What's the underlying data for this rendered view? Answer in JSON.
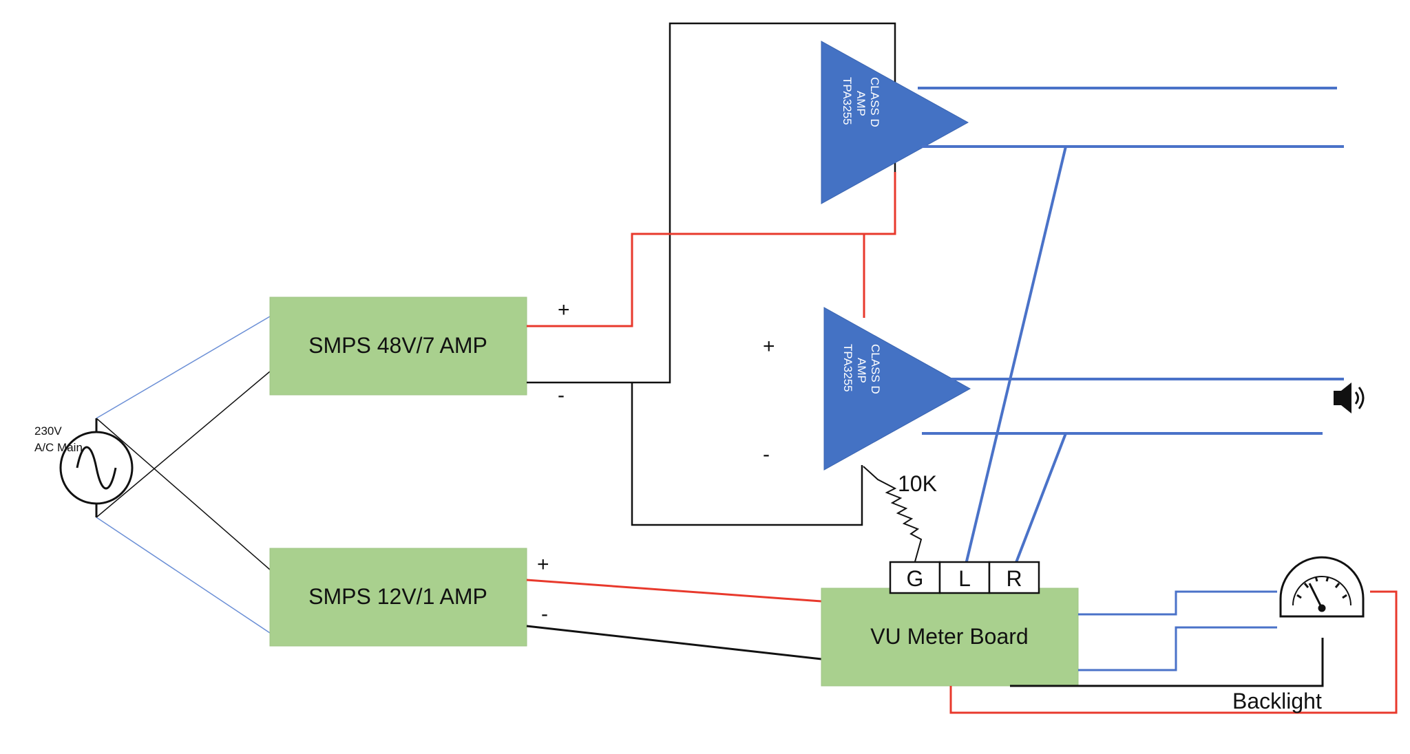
{
  "mains": {
    "voltage": "230V",
    "label": "A/C Main"
  },
  "psu_high": {
    "label": "SMPS 48V/7 AMP",
    "plus": "+",
    "minus": "-"
  },
  "psu_low": {
    "label": "SMPS 12V/1 AMP",
    "plus": "+",
    "minus": "-"
  },
  "amp_top": {
    "line1": "CLASS D",
    "line2": "AMP",
    "line3": "TPA3255"
  },
  "amp_bottom": {
    "line1": "CLASS D",
    "line2": "AMP",
    "line3": "TPA3255",
    "plus": "+",
    "minus": "-"
  },
  "resistor": {
    "label": "10K"
  },
  "vu_board": {
    "label": "VU Meter Board",
    "pins": [
      "G",
      "L",
      "R"
    ]
  },
  "meter": {
    "backlight_label": "Backlight"
  },
  "icons": {
    "speaker": "speaker-icon",
    "ac_source": "ac-source-icon",
    "meter": "analog-meter-icon"
  },
  "colors": {
    "box_fill": "#a9d08e",
    "amp_fill": "#4472c4",
    "signal_wire": "#4a72c8",
    "positive_wire": "#e8392c",
    "ground_wire": "#111111"
  }
}
